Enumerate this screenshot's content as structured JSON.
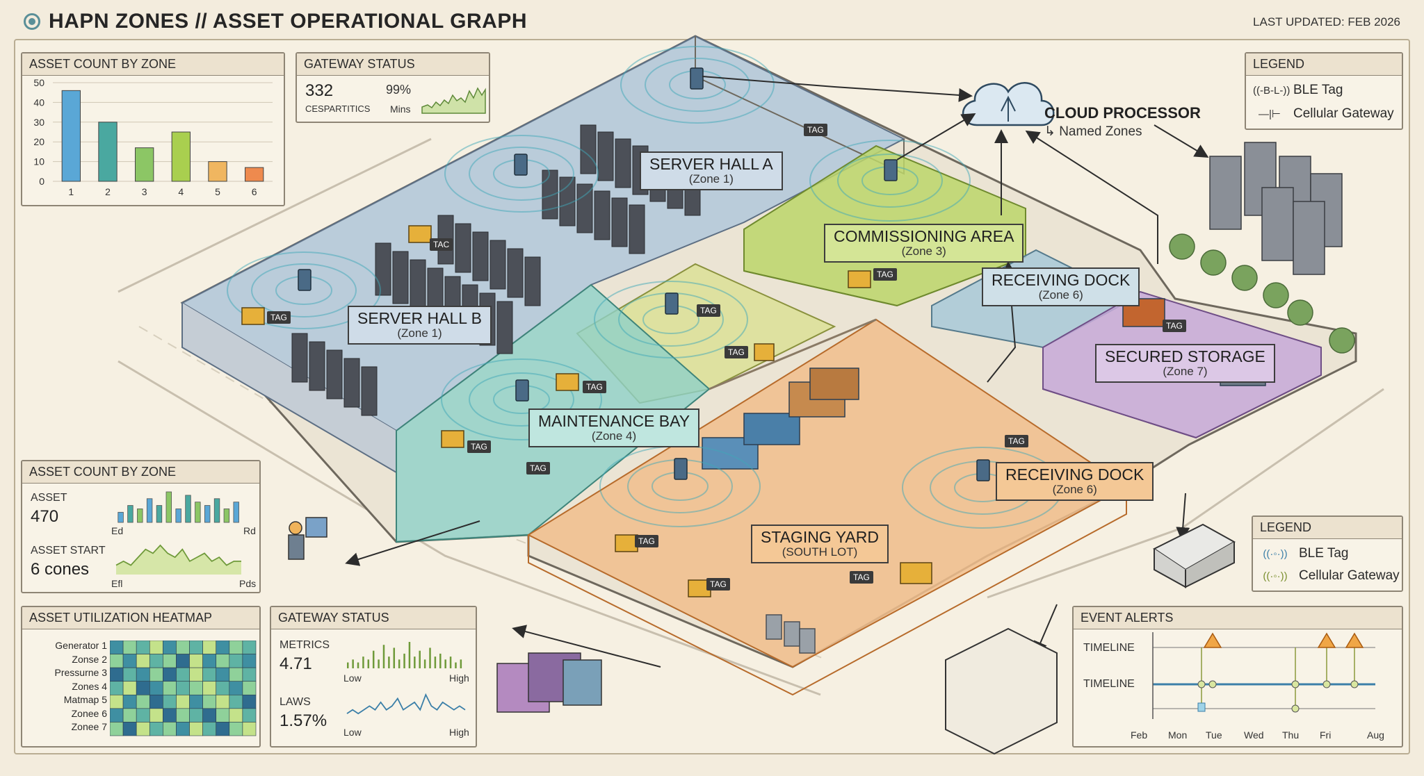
{
  "header": {
    "title": "HAPN ZONES // ASSET OPERATIONAL GRAPH",
    "updated": "LAST UPDATED: FEB 2026"
  },
  "asset_count_top": {
    "title": "ASSET COUNT BY ZONE",
    "chart_data": {
      "type": "bar",
      "categories": [
        "1",
        "2",
        "3",
        "4",
        "5",
        "6"
      ],
      "values": [
        46,
        30,
        17,
        25,
        10,
        7
      ],
      "ylim": [
        0,
        50
      ],
      "yticks": [
        "0",
        "10",
        "20",
        "30",
        "40",
        "50"
      ],
      "colors": [
        "#5aa7d6",
        "#4aa8a0",
        "#8cc665",
        "#a9cf4f",
        "#f0b660",
        "#ee8a4e"
      ]
    }
  },
  "gateway_top": {
    "title": "GATEWAY STATUS",
    "value": "332",
    "value_label": "CESPARTITICS",
    "pct": "99%",
    "pct_label": "Mins"
  },
  "cloud": {
    "title": "CLOUD PROCESSOR",
    "subtitle": "↳ Named Zones"
  },
  "legend_top": {
    "title": "LEGEND",
    "items": [
      {
        "symbol": "((-B-L-))",
        "label": "BLE Tag"
      },
      {
        "symbol": "—|⊢",
        "label": "Cellular Gateway"
      }
    ]
  },
  "legend_bottom": {
    "title": "LEGEND",
    "items": [
      {
        "symbol": "((·◦·))",
        "label": "BLE Tag"
      },
      {
        "symbol": "((·◦·))",
        "label": "Cellular Gateway"
      }
    ]
  },
  "zones": {
    "server_a": {
      "name": "SERVER HALL A",
      "sub": "(Zone 1)"
    },
    "server_b": {
      "name": "SERVER HALL B",
      "sub": "(Zone 1)"
    },
    "commissioning": {
      "name": "COMMISSIONING AREA",
      "sub": "(Zone 3)"
    },
    "receiving_top": {
      "name": "RECEIVING DOCK",
      "sub": "(Zone 6)"
    },
    "secured": {
      "name": "SECURED STORAGE",
      "sub": "(Zone 7)"
    },
    "maintenance": {
      "name": "MAINTENANCE BAY",
      "sub": "(Zone 4)"
    },
    "receiving_low": {
      "name": "RECEIVING DOCK",
      "sub": "(Zone 6)"
    },
    "staging": {
      "name": "STAGING YARD",
      "sub": "(SOUTH LOT)"
    }
  },
  "tags": {
    "t1": "TAG",
    "t2": "TAC",
    "t3": "TAG",
    "t4": "TAG",
    "t5": "TAG",
    "t6": "TAG",
    "t7": "TAG",
    "t8": "TAG",
    "t9": "TAG",
    "t10": "TAG",
    "t11": "TAG",
    "t12": "TAG",
    "t13": "TAG",
    "t14": "TAG"
  },
  "asset_count_mid": {
    "title": "ASSET COUNT BY ZONE",
    "asset_label": "ASSET",
    "asset_value": "470",
    "start_label": "ASSET START",
    "start_value": "6 cones",
    "bars_left": "Ed",
    "bars_right": "Rd",
    "line_left": "Efl",
    "line_right": "Pds",
    "bar_values": [
      3,
      5,
      4,
      7,
      5,
      9,
      4,
      8,
      6,
      5,
      7,
      4,
      6
    ],
    "bar_colors": [
      "#5aa7d6",
      "#4aa8a0",
      "#8cc665",
      "#5aa7d6",
      "#4aa8a0",
      "#8cc665",
      "#5aa7d6",
      "#4aa8a0",
      "#8cc665",
      "#5aa7d6",
      "#4aa8a0",
      "#8cc665",
      "#5aa7d6"
    ],
    "line_values": [
      2,
      3,
      2,
      4,
      6,
      5,
      7,
      5,
      4,
      6,
      3,
      4,
      5,
      3,
      4,
      2,
      3,
      3
    ]
  },
  "heatmap": {
    "title": "ASSET UTILIZATION HEATMAP",
    "rows": [
      "Generator 1",
      "Zonse 2",
      "Pressurne 3",
      "Zones 4",
      "Matmap 5",
      "Zonee 6",
      "Zonee 7"
    ],
    "values": [
      [
        3,
        5,
        4,
        6,
        3,
        5,
        4,
        6,
        3,
        5,
        4
      ],
      [
        5,
        3,
        6,
        4,
        5,
        2,
        6,
        3,
        5,
        4,
        3
      ],
      [
        2,
        4,
        3,
        5,
        2,
        4,
        6,
        4,
        3,
        5,
        4
      ],
      [
        4,
        6,
        2,
        3,
        5,
        4,
        5,
        6,
        4,
        3,
        5
      ],
      [
        6,
        3,
        5,
        2,
        4,
        6,
        3,
        5,
        6,
        4,
        2
      ],
      [
        3,
        5,
        4,
        6,
        2,
        5,
        4,
        2,
        5,
        6,
        4
      ],
      [
        5,
        2,
        6,
        4,
        5,
        3,
        6,
        4,
        2,
        5,
        6
      ]
    ],
    "palette": [
      "#26476e",
      "#2f6c8f",
      "#3f8fa2",
      "#5fb3a4",
      "#8fd19a",
      "#c4e28a"
    ]
  },
  "gateway_bottom": {
    "title": "GATEWAY STATUS",
    "metrics_label": "METRICS",
    "metrics_value": "4.71",
    "laws_label": "LAWS",
    "laws_value": "1.57%",
    "low1": "Low",
    "high1": "High",
    "low2": "Low",
    "high2": "High",
    "spark1": [
      2,
      3,
      2,
      4,
      3,
      6,
      3,
      8,
      4,
      7,
      3,
      5,
      9,
      4,
      6,
      3,
      7,
      4,
      5,
      3,
      4,
      2,
      3
    ],
    "spark2": [
      2,
      3,
      2,
      3,
      4,
      3,
      5,
      3,
      4,
      6,
      3,
      4,
      5,
      3,
      7,
      4,
      3,
      5,
      4,
      3,
      4,
      3
    ]
  },
  "alerts": {
    "title": "EVENT ALERTS",
    "row1": "TIMELINE",
    "row2": "TIMELINE",
    "xlabels": [
      "Feb",
      "Mon",
      "Tue",
      "Wed",
      "Thu",
      "Fri",
      "Aug"
    ]
  },
  "colors": {
    "server": "#a9c4dc",
    "commissioning": "#bcd66a",
    "receiving": "#a8c9d8",
    "secured": "#c7a9d8",
    "maintenance": "#8fd1c8",
    "staging": "#f1be8c",
    "yellowzone": "#d8e08a"
  }
}
